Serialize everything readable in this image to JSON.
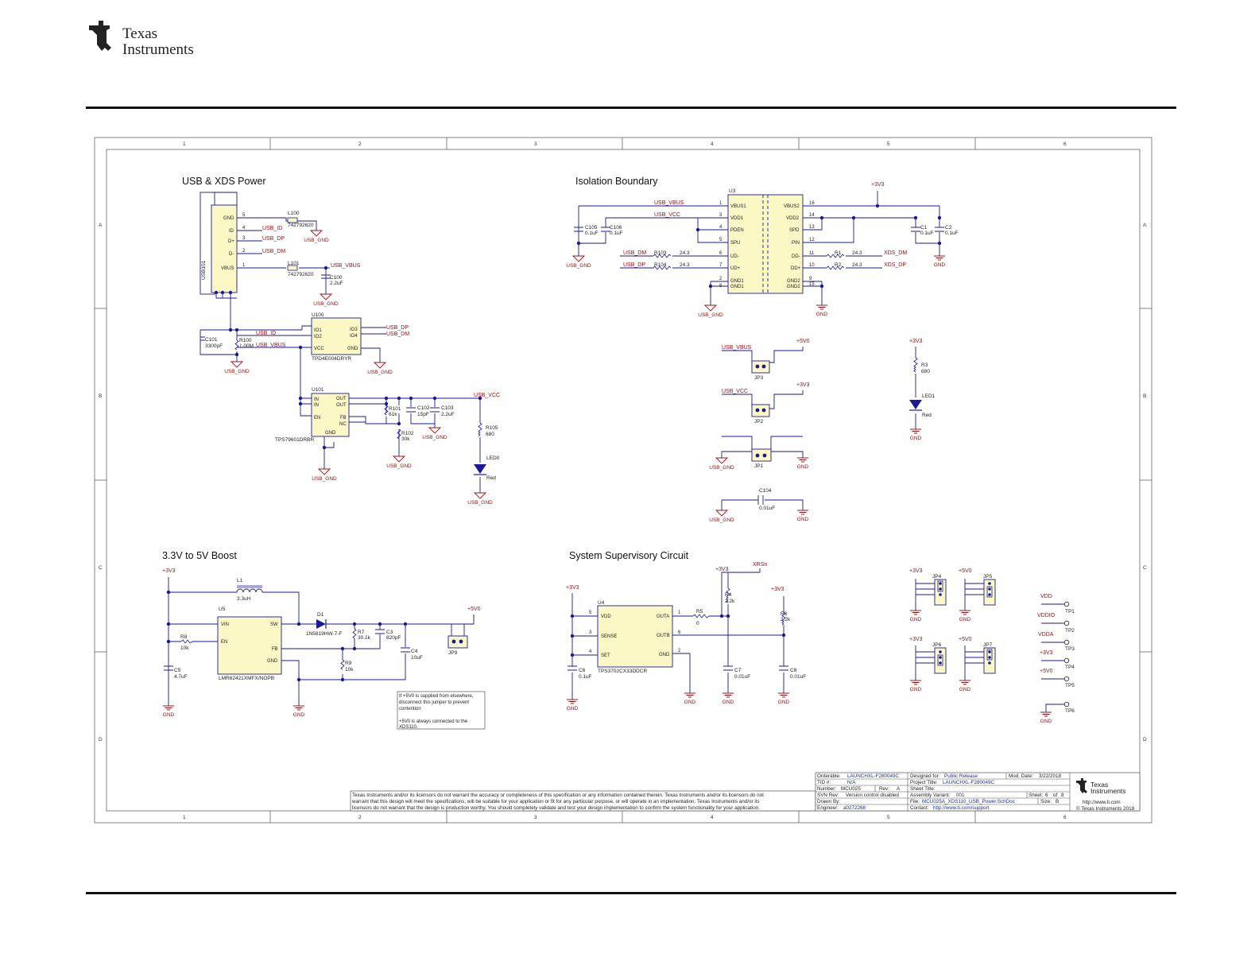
{
  "header": {
    "brand_line1": "Texas",
    "brand_line2": "Instruments"
  },
  "sections": {
    "usb": "USB & XDS Power",
    "iso": "Isolation Boundary",
    "boost": "3.3V to 5V Boost",
    "sup": "System Supervisory Circuit"
  },
  "frame": {
    "cols": [
      "1",
      "2",
      "3",
      "4",
      "5",
      "6"
    ],
    "rows": [
      "A",
      "B",
      "C",
      "D"
    ]
  },
  "colors": {
    "wire": "#1a1a99",
    "part": "#fbf8c6",
    "ground": "#a01010",
    "border": "#555555"
  },
  "usb": {
    "connector": "USB101",
    "pins": [
      {
        "num": "5",
        "name": "GND"
      },
      {
        "num": "4",
        "name": "ID"
      },
      {
        "num": "3",
        "name": "D+"
      },
      {
        "num": "2",
        "name": "D-"
      },
      {
        "num": "1",
        "name": "VBUS"
      }
    ],
    "nets": [
      "USB_ID",
      "USB_DP",
      "USB_DM",
      "USB_VBUS"
    ],
    "l100": {
      "ref": "L100",
      "value": "742792620"
    },
    "l101": {
      "ref": "L101",
      "value": "742792620"
    },
    "c100": {
      "ref": "C100",
      "value": "2.2uF"
    },
    "c101": {
      "ref": "C101",
      "value": "3300pF"
    },
    "r100": {
      "ref": "R100",
      "value": "1.00M"
    },
    "u100": {
      "ref": "U100",
      "part": "TPD4E004DRYR",
      "pins_l": [
        "IO1",
        "IO2",
        "VCC"
      ],
      "pins_r": [
        "IO3",
        "IO4",
        "GND"
      ]
    },
    "u101": {
      "ref": "U101",
      "part": "TPS79601DRBR",
      "pins_l": [
        "IN",
        "IN",
        "EN"
      ],
      "pins_r": [
        "OUT",
        "OUT",
        "FB",
        "NC"
      ],
      "gnd": "GND"
    },
    "r101": {
      "ref": "R101",
      "value": "61k"
    },
    "r102": {
      "ref": "R102",
      "value": "30k"
    },
    "c102": {
      "ref": "C102",
      "value": "15pF"
    },
    "c103": {
      "ref": "C103",
      "value": "2.2uF"
    },
    "r105": {
      "ref": "R105",
      "value": "680"
    },
    "led0": {
      "ref": "LED0",
      "color": "Red"
    },
    "usb_vcc": "USB_VCC",
    "usb_gnd": "USB_GND"
  },
  "iso": {
    "u3": {
      "ref": "U3",
      "left": [
        "VBUS1",
        "VDD1",
        "PDEN",
        "SPU",
        "UD-",
        "UD+",
        "GND1",
        "GND1"
      ],
      "right": [
        "VBUS2",
        "VDD2",
        "SPD",
        "PIN",
        "DD-",
        "DD+",
        "GND2",
        "GND2"
      ],
      "lnum": [
        "1",
        "3",
        "4",
        "5",
        "6",
        "7",
        "2",
        "8"
      ],
      "rnum": [
        "16",
        "14",
        "13",
        "12",
        "11",
        "10",
        "9",
        "15"
      ]
    },
    "c105": {
      "ref": "C105",
      "value": "0.1uF"
    },
    "c106": {
      "ref": "C106",
      "value": "0.1uF"
    },
    "c1": {
      "ref": "C1",
      "value": "0.1uF"
    },
    "c2": {
      "ref": "C2",
      "value": "0.1uF"
    },
    "r103": {
      "ref": "R103",
      "value": "24.3"
    },
    "r104": {
      "ref": "R104",
      "value": "24.3"
    },
    "r1": {
      "ref": "R1",
      "value": "24.3"
    },
    "r2": {
      "ref": "R2",
      "value": "24.3"
    },
    "nets": {
      "usb_vbus": "USB_VBUS",
      "usb_vcc": "USB_VCC",
      "usb_dm": "USB_DM",
      "usb_dp": "USB_DP",
      "xds_dm": "XDS_DM",
      "xds_dp": "XDS_DP",
      "v33": "+3V3",
      "v50": "+5V0",
      "gnd": "GND",
      "usb_gnd": "USB_GND"
    },
    "jp3": "JP3",
    "jp2": "JP2",
    "jp1": "JP1",
    "c104": {
      "ref": "C104",
      "value": "0.01uF"
    },
    "r3": {
      "ref": "R3",
      "value": "680"
    },
    "led1": {
      "ref": "LED1",
      "color": "Red"
    }
  },
  "boost": {
    "l1": {
      "ref": "L1",
      "value": "3.3uH"
    },
    "u5": {
      "ref": "U5",
      "part": "LMR62421XMFX/NOPB",
      "pins": [
        "VIN",
        "EN",
        "SW",
        "FB",
        "GND"
      ]
    },
    "r8": {
      "ref": "R8",
      "value": "10k"
    },
    "c5": {
      "ref": "C5",
      "value": "4.7uF"
    },
    "d1": {
      "ref": "D1",
      "part": "1N5819HW-7-F"
    },
    "r7": {
      "ref": "R7",
      "value": "30.1k"
    },
    "c3": {
      "ref": "C3",
      "value": "820pF"
    },
    "r9": {
      "ref": "R9",
      "value": "10k"
    },
    "c4": {
      "ref": "C4",
      "value": "10uF"
    },
    "jp9": "JP9",
    "note": [
      "If +5V0 is supplied from elsewhere,",
      "disconnect this jumper to prevent",
      "contention",
      "",
      "+5V0 is always connected to the",
      "XDS110."
    ]
  },
  "sup": {
    "u4": {
      "ref": "U4",
      "part": "TPS3702CX33DDCR",
      "pins": [
        "VDD",
        "SENSE",
        "SET",
        "OUTA",
        "OUTB",
        "GND"
      ],
      "nums": [
        "5",
        "3",
        "4",
        "1",
        "6",
        "2"
      ]
    },
    "r5": {
      "ref": "R5",
      "value": "0"
    },
    "r4": {
      "ref": "R4",
      "value": "2.2k"
    },
    "r6": {
      "ref": "R6",
      "value": "2.2k"
    },
    "c6": {
      "ref": "C6",
      "value": "0.1uF"
    },
    "c7": {
      "ref": "C7",
      "value": "0.01uF"
    },
    "c8": {
      "ref": "C8",
      "value": "0.01uF"
    },
    "xrsn": "XRSn",
    "jumpers": [
      "JP4",
      "JP5",
      "JP6",
      "JP7"
    ],
    "tps": [
      {
        "net": "VDD",
        "ref": "TP1"
      },
      {
        "net": "VDDIO",
        "ref": "TP2"
      },
      {
        "net": "VDDA",
        "ref": "TP3"
      },
      {
        "net": "+3V3",
        "ref": "TP4"
      },
      {
        "net": "+5V0",
        "ref": "TP5"
      },
      {
        "net": "GND",
        "ref": "TP6"
      }
    ]
  },
  "disclaimer": [
    "Texas Instruments and/or its licensors do not warrant the accuracy or completeness of this specification or any information contained therein. Texas Instruments and/or its licensors do not",
    "warrant that this design will meet the specifications, will be suitable for your application or fit for any particular purpose, or will operate in an implementation. Texas Instruments and/or its",
    "licensors do not warrant that the design is production worthy. You should completely validate and test your design implementation to confirm the system functionality for your application."
  ],
  "title_block": {
    "orderable_label": "Orderable:",
    "orderable": "LAUNCHXL-F280049C",
    "tid_label": "TID #:",
    "tid": "N/A",
    "number_label": "Number:",
    "number": "MCU025",
    "rev_label": "Rev:",
    "rev": "A",
    "svn_label": "SVN Rev:",
    "svn": "Version control disabled",
    "drawn_label": "Drawn By:",
    "drawn": "",
    "engineer_label": "Engineer:",
    "engineer": "a0272268",
    "designed_label": "Designed for:",
    "designed": "Public Release",
    "mod_label": "Mod. Date:",
    "mod": "3/22/2018",
    "project_label": "Project Title:",
    "project": "LAUNCHXL-F280049C",
    "sheet_title_label": "Sheet Title:",
    "sheet_title": "",
    "assembly_label": "Assembly Variant:",
    "assembly": "001",
    "sheet_label": "Sheet:",
    "sheet": "6",
    "of_label": "of",
    "sheets": "8",
    "file_label": "File:",
    "file": "MCU025A_XDS110_USB_Power.SchDoc",
    "size_label": "Size:",
    "size": "B",
    "contact_label": "Contact:",
    "contact": "http://www.ti.com/support",
    "url": "http://www.ti.com",
    "copyright": "© Texas Instruments 2018"
  }
}
